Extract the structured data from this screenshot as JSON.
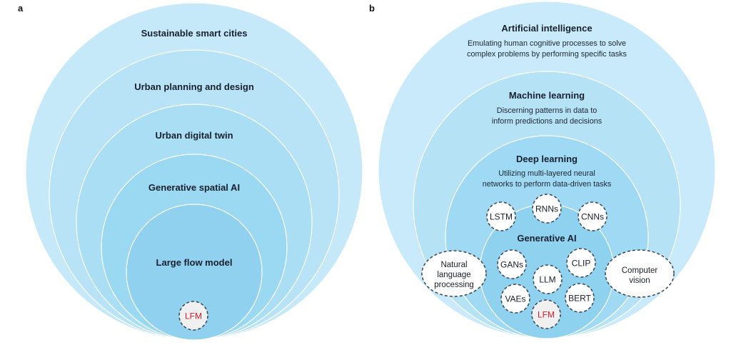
{
  "panel_a": {
    "label": "a",
    "rings": [
      {
        "title": "Sustainable smart cities",
        "fill": "#c6e9fa"
      },
      {
        "title": "Urban planning and design",
        "fill": "#b8e3f7"
      },
      {
        "title": "Urban digital twin",
        "fill": "#aadef5"
      },
      {
        "title": "Generative spatial AI",
        "fill": "#9bd8f2"
      },
      {
        "title": "Large flow model",
        "fill": "#8fd1ef"
      }
    ],
    "core_bubble": {
      "label": "LFM",
      "highlight": true
    }
  },
  "panel_b": {
    "label": "b",
    "rings": [
      {
        "title": "Artificial intelligence",
        "description": [
          "Emulating human cognitive processes to solve",
          "complex problems by performing specific tasks"
        ],
        "fill": "#c8eafa"
      },
      {
        "title": "Machine learning",
        "description": [
          "Discerning patterns in data to",
          "inform predictions and decisions"
        ],
        "fill": "#b6e2f6"
      },
      {
        "title": "Deep learning",
        "description": [
          "Utilizing multi-layered neural",
          "networks to perform data-driven  tasks"
        ],
        "fill": "#9fd9f3"
      },
      {
        "title": "Generative AI",
        "description": [],
        "fill": "#8fd2f0"
      }
    ],
    "deep_learning_models": [
      {
        "label": "LSTM"
      },
      {
        "label": "RNNs"
      },
      {
        "label": "CNNs"
      }
    ],
    "generative_models": [
      {
        "label": "GANs"
      },
      {
        "label": "CLIP"
      },
      {
        "label": "LLM"
      },
      {
        "label": "VAEs"
      },
      {
        "label": "BERT"
      },
      {
        "label": "LFM",
        "highlight": true
      }
    ],
    "application_areas": [
      {
        "label": [
          "Natural",
          "language",
          "processing"
        ]
      },
      {
        "label": [
          "Computer",
          "vision"
        ]
      }
    ]
  },
  "colors": {
    "ring_stroke": "#ffffff",
    "bubble_stroke": "#394454",
    "highlight_text": "#d61f2e",
    "highlight_fill": "#f0f0f0"
  }
}
